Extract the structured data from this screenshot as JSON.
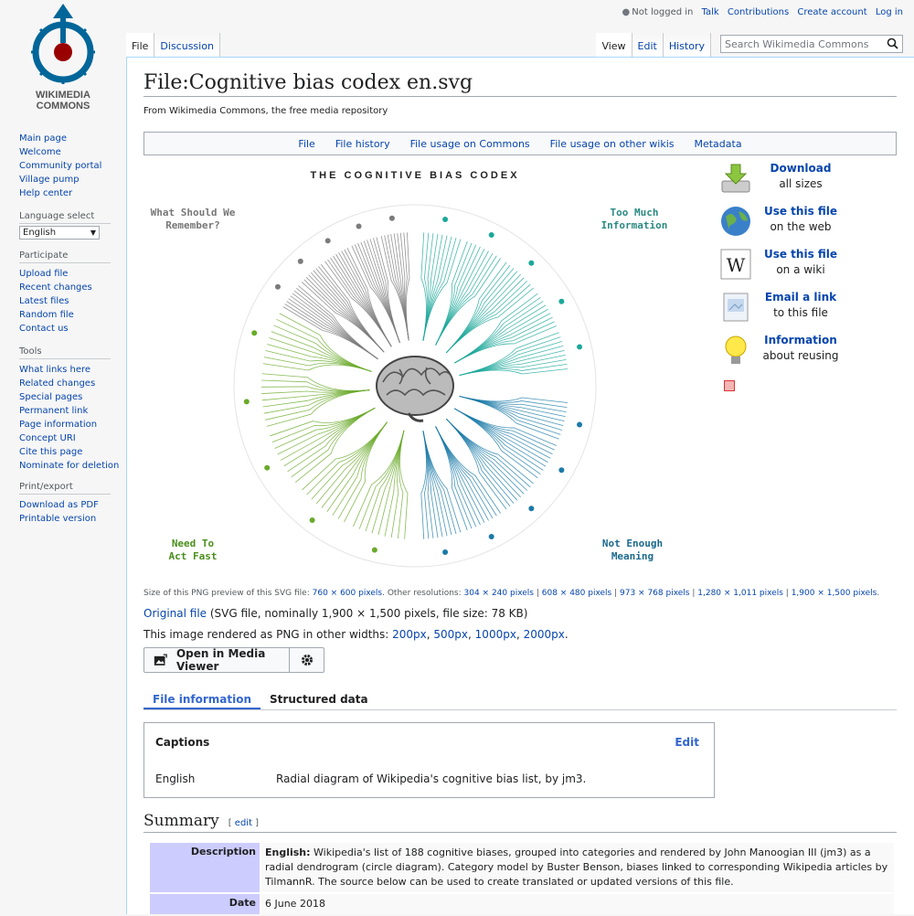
{
  "personal": {
    "not_logged_in": "Not logged in",
    "links": [
      "Talk",
      "Contributions",
      "Create account",
      "Log in"
    ]
  },
  "logo": {
    "line1": "WIKIMEDIA",
    "line2": "COMMONS"
  },
  "sidebar": {
    "nav": [
      "Main page",
      "Welcome",
      "Community portal",
      "Village pump",
      "Help center"
    ],
    "language_heading": "Language select",
    "language_value": "English",
    "participate_heading": "Participate",
    "participate": [
      "Upload file",
      "Recent changes",
      "Latest files",
      "Random file",
      "Contact us"
    ],
    "tools_heading": "Tools",
    "tools": [
      "What links here",
      "Related changes",
      "Special pages",
      "Permanent link",
      "Page information",
      "Concept URI",
      "Cite this page",
      "Nominate for deletion"
    ],
    "print_heading": "Print/export",
    "print": [
      "Download as PDF",
      "Printable version"
    ]
  },
  "tabs": {
    "left": [
      "File",
      "Discussion"
    ],
    "right": [
      "View",
      "Edit",
      "History"
    ]
  },
  "search": {
    "placeholder": "Search Wikimedia Commons"
  },
  "page": {
    "title": "File:Cognitive bias codex en.svg",
    "subtitle": "From Wikimedia Commons, the free media repository"
  },
  "filetoc": [
    "File",
    "File history",
    "File usage on Commons",
    "File usage on other wikis",
    "Metadata"
  ],
  "codex": {
    "title": "THE COGNITIVE BIAS CODEX",
    "quadrants": {
      "tl": [
        "What Should We",
        "Remember?"
      ],
      "tr": [
        "Too Much",
        "Information"
      ],
      "bl": [
        "Need To",
        "Act Fast"
      ],
      "br": [
        "Not Enough",
        "Meaning"
      ]
    },
    "colors": {
      "remember": "#7b7b7b",
      "info": "#1ba89a",
      "meaning": "#1b7aa8",
      "act": "#6aaa2a",
      "quad_text": "#2a8a82"
    }
  },
  "use_panel": [
    {
      "icon": "download-icon",
      "t1": "Download",
      "t2": "all sizes"
    },
    {
      "icon": "globe-icon",
      "t1": "Use this file",
      "t2": "on the web"
    },
    {
      "icon": "wikipedia-icon",
      "t1": "Use this file",
      "t2": "on a wiki"
    },
    {
      "icon": "email-icon",
      "t1": "Email a link",
      "t2": "to this file"
    },
    {
      "icon": "lightbulb-icon",
      "t1": "Information",
      "t2": "about reusing"
    }
  ],
  "sizeinfo": {
    "prefix": "Size of this PNG preview of this SVG file: ",
    "preview": "760 × 600 pixels",
    "other_label": ". Other resolutions: ",
    "resolutions": [
      "304 × 240 pixels",
      "608 × 480 pixels",
      "973 × 768 pixels",
      "1,280 × 1,011 pixels",
      "1,900 × 1,500 pixels"
    ]
  },
  "original": {
    "link": "Original file",
    "detail": " (SVG file, nominally 1,900 × 1,500 pixels, file size: 78 KB)"
  },
  "widths": {
    "prefix": "This image rendered as PNG in other widths: ",
    "items": [
      "200px",
      "500px",
      "1000px",
      "2000px"
    ]
  },
  "media_viewer": {
    "label": "Open in Media Viewer"
  },
  "info_tabs": [
    "File information",
    "Structured data"
  ],
  "captions": {
    "heading": "Captions",
    "edit": "Edit",
    "lang": "English",
    "text": "Radial diagram of Wikipedia's cognitive bias list, by jm3."
  },
  "summary": {
    "heading": "Summary",
    "edit": "edit",
    "rows": [
      {
        "key": "Description",
        "lang": "English:",
        "value": " Wikipedia's list of 188 cognitive biases, grouped into categories and rendered by John Manoogian III (jm3) as a radial dendrogram (circle diagram). Category model by Buster Benson, biases linked to corresponding Wikipedia articles by TilmannR. The source below can be used to create translated or updated versions of this file."
      },
      {
        "key": "Date",
        "lang": "",
        "value": "6 June 2018"
      }
    ]
  }
}
